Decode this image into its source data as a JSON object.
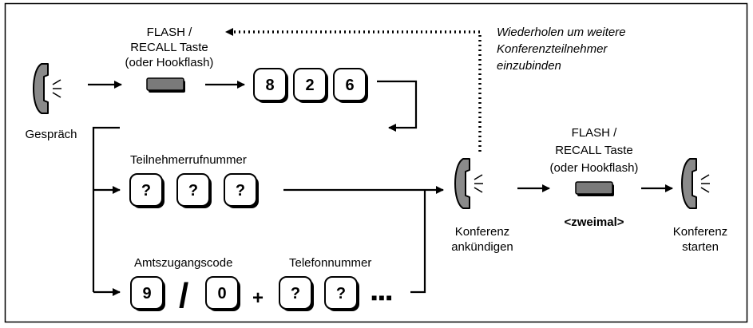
{
  "colors": {
    "line": "#000000",
    "flash_key": "#7a7a7a",
    "phone": "#8a8a8a",
    "key_face": "#ffffff"
  },
  "icons": {
    "phone": "phone-handset-icon",
    "flash": "flash-key-icon"
  },
  "labels": {
    "flash_top": [
      "FLASH /",
      "RECALL Taste",
      "(oder Hookflash)"
    ],
    "flash_right": [
      "FLASH /",
      "RECALL Taste",
      "(oder Hookflash)"
    ],
    "repeat_note": [
      "Wiederholen um weitere",
      "Konferenzteilnehmer",
      "einzubinden"
    ],
    "gespraech": "Gespräch",
    "teilnehmer": "Teilnehmerrufnummer",
    "amtszugang": "Amtszugangscode",
    "telefonnummer": "Telefonnummer",
    "konferenz_ankuendigen": [
      "Konferenz",
      "ankündigen"
    ],
    "zweimal": "<zweimal>",
    "konferenz_starten": [
      "Konferenz",
      "starten"
    ]
  },
  "keys": {
    "code": [
      "8",
      "2",
      "6"
    ],
    "teilnehmer": [
      "?",
      "?",
      "?"
    ],
    "amt": [
      "9",
      "0"
    ],
    "telefon": [
      "?",
      "?"
    ]
  },
  "symbols": {
    "slash": "/",
    "plus": "+",
    "ellipsis": "■■■"
  }
}
